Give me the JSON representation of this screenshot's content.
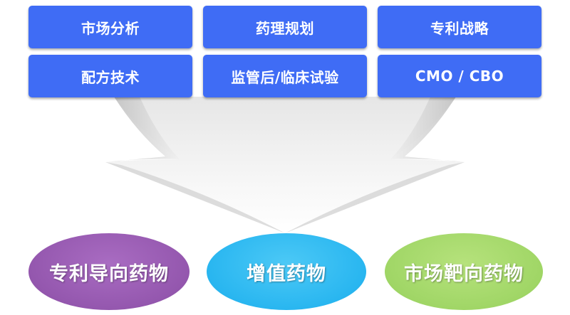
{
  "categories": [
    {
      "label": "市场分析"
    },
    {
      "label": "药理规划"
    },
    {
      "label": "专利战略"
    },
    {
      "label": "配方技术"
    },
    {
      "label": "监管后/临床试验"
    },
    {
      "label": "CMO / CBO"
    }
  ],
  "outcomes": [
    {
      "label": "专利导向药物",
      "color": "#9457ae"
    },
    {
      "label": "增值药物",
      "color": "#29b6f0"
    },
    {
      "label": "市场靶向药物",
      "color": "#a0d666"
    }
  ],
  "colors": {
    "box_fill": "#3f6cf5",
    "funnel_fill": "#f2f2f2"
  }
}
